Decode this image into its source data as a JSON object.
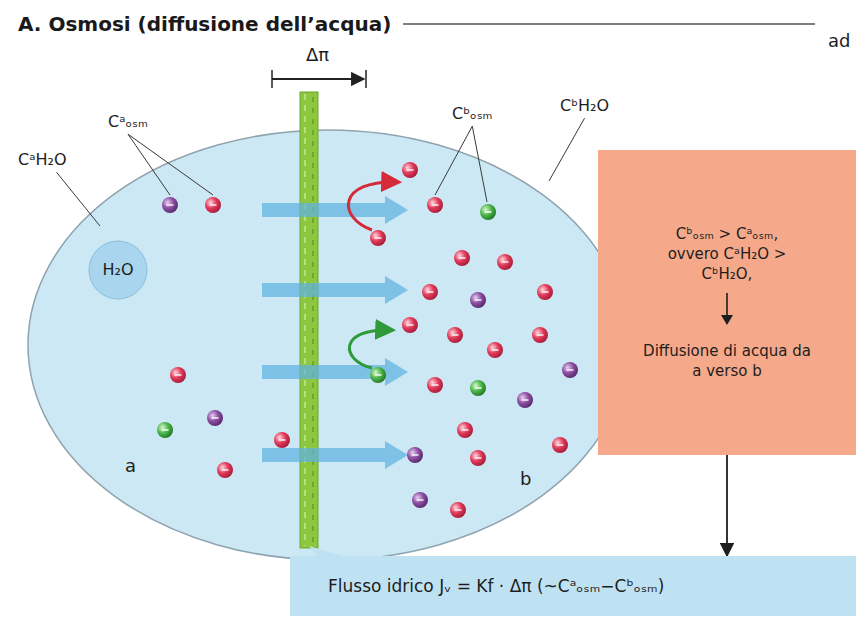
{
  "diagram": {
    "title": "A. Osmosi (diffusione dell’acqua)",
    "nodes": [
      {
        "text": [
          "H₂O"
        ]
      },
      {
        "text": [
          "Cᵇₒₛₘ > Cᵃₒₛₘ, ovvero CᵃH₂O > CᵇH₂O,",
          "Diffusione di acqua da a verso b"
        ]
      },
      {
        "text": [
          "Flusso idrico Jᵥ = Kf · Δπ (~Cᵃₒₛₘ−Cᵇₒₛₘ)"
        ]
      }
    ],
    "edges": [
      {
        "from": 1,
        "to": 2,
        "arrow": "to"
      }
    ],
    "labels": [
      "Δπ",
      "Cᵃₒₛₘ",
      "CᵃH₂O",
      "Cᵇₒₛₘ",
      "CᵇH₂O",
      "ad",
      "a",
      "b"
    ]
  }
}
